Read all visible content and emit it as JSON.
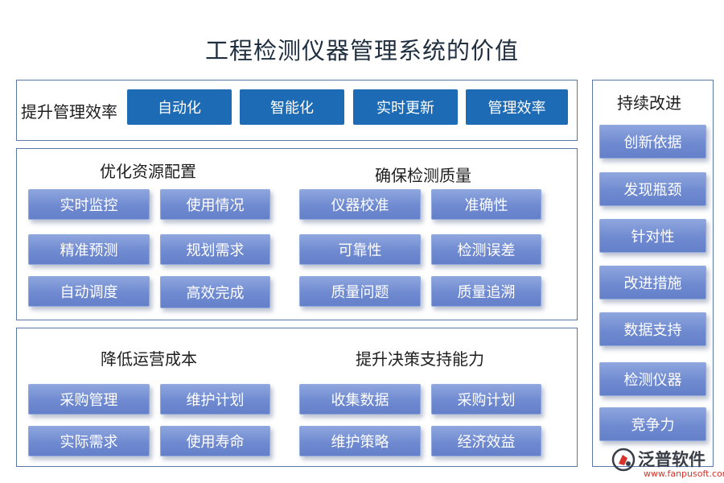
{
  "title": "工程检测仪器管理系统的价值",
  "efficiency": {
    "label": "提升管理效率",
    "items": [
      "自动化",
      "智能化",
      "实时更新",
      "管理效率"
    ]
  },
  "resource": {
    "title": "优化资源配置",
    "items": [
      "实时监控",
      "使用情况",
      "精准预测",
      "规划需求",
      "自动调度",
      "高效完成"
    ]
  },
  "quality": {
    "title": "确保检测质量",
    "items": [
      "仪器校准",
      "准确性",
      "可靠性",
      "检测误差",
      "质量问题",
      "质量追溯"
    ]
  },
  "cost": {
    "title": "降低运营成本",
    "items": [
      "采购管理",
      "维护计划",
      "实际需求",
      "使用寿命"
    ]
  },
  "decision": {
    "title": "提升决策支持能力",
    "items": [
      "收集数据",
      "采购计划",
      "维护策略",
      "经济效益"
    ]
  },
  "improve": {
    "title": "持续改进",
    "items": [
      "创新依据",
      "发现瓶颈",
      "针对性",
      "改进措施",
      "数据支持",
      "检测仪器",
      "竞争力"
    ]
  },
  "logo": {
    "name": "泛普软件",
    "url": "www.fanpusoft.com"
  },
  "colors": {
    "header_chip": "#1d6bb4",
    "chip_gradient_top": "#8ea6de",
    "chip_gradient_bottom": "#6480c9",
    "panel_border": "#5b77a8",
    "logo_red": "#d8332a"
  }
}
